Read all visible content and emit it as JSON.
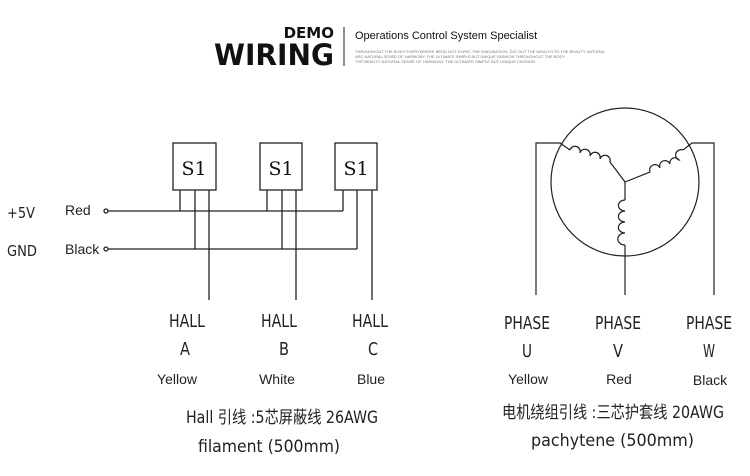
{
  "header": {
    "logo_top": "DEMO",
    "logo_bottom": "WIRING",
    "title": "Operations Control System Specialist",
    "tagline_lines": [
      "THROUGHOUT THE BODY EVERYWHERE BEDD NOT EXPEC THE IMAGINATION, DIG OUT THE WEALTH TO THE BEAUTY NATURAL",
      "ARC NATURAL SENSE OF HARMONY. THE ULTIMATE SIMPLE BUT UNIQUE FASHION THROUGHOUT THE BODY",
      "THE BEAUTY NATURAL SENSE OF HARMONY. THE ULTIMATE SIMPLE BUT UNIQUE FASHION"
    ]
  },
  "hall_circuit": {
    "sensor_label": "S1",
    "power": {
      "name": "+5V",
      "wire": "Red"
    },
    "ground": {
      "name": "GND",
      "wire": "Black"
    },
    "outputs": [
      {
        "name": "HALL",
        "letter": "A",
        "color": "Yellow"
      },
      {
        "name": "HALL",
        "letter": "B",
        "color": "White"
      },
      {
        "name": "HALL",
        "letter": "C",
        "color": "Blue"
      }
    ],
    "note_line1": "Hall 引线 :5芯屏蔽线 26AWG",
    "note_line2": "filament (500mm)"
  },
  "motor": {
    "phases": [
      {
        "name": "PHASE",
        "letter": "U",
        "color": "Yellow"
      },
      {
        "name": "PHASE",
        "letter": "V",
        "color": "Red"
      },
      {
        "name": "PHASE",
        "letter": "W",
        "color": "Black"
      }
    ],
    "note_line1": "电机绕组引线 :三芯护套线 20AWG",
    "note_line2": "pachytene (500mm)"
  }
}
